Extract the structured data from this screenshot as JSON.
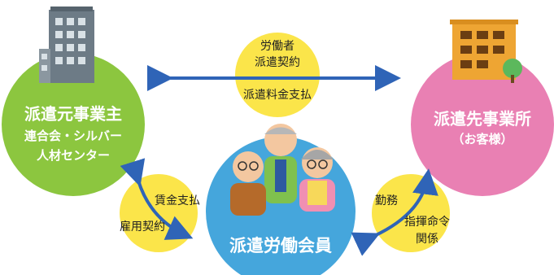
{
  "nodes": {
    "dispatch_source": {
      "title": "派遣元事業主",
      "subtitle_line1": "連合会・シルバー",
      "subtitle_line2": "人材センター",
      "color": "#8cc63f"
    },
    "dispatch_destination": {
      "title": "派遣先事業所",
      "subtitle": "（お客様）",
      "color": "#e980b3"
    },
    "dispatch_worker": {
      "title": "派遣労働会員",
      "color": "#45a6dc"
    }
  },
  "relations": {
    "top": {
      "label_line1": "労働者",
      "label_line2": "派遣契約",
      "payment_label": "派遣料金支払"
    },
    "left": {
      "wage_label": "賃金支払",
      "contract_label": "雇用契約"
    },
    "right": {
      "work_label": "勤務",
      "command_line1": "指揮命令",
      "command_line2": "関係"
    }
  },
  "colors": {
    "arrow": "#2f64b7",
    "label_bubble": "#fbe54a",
    "building_gray": "#6d7b86",
    "building_orange": "#eea533"
  },
  "icons": [
    "office-building-icon",
    "company-building-icon",
    "elderly-workers-illustration"
  ]
}
